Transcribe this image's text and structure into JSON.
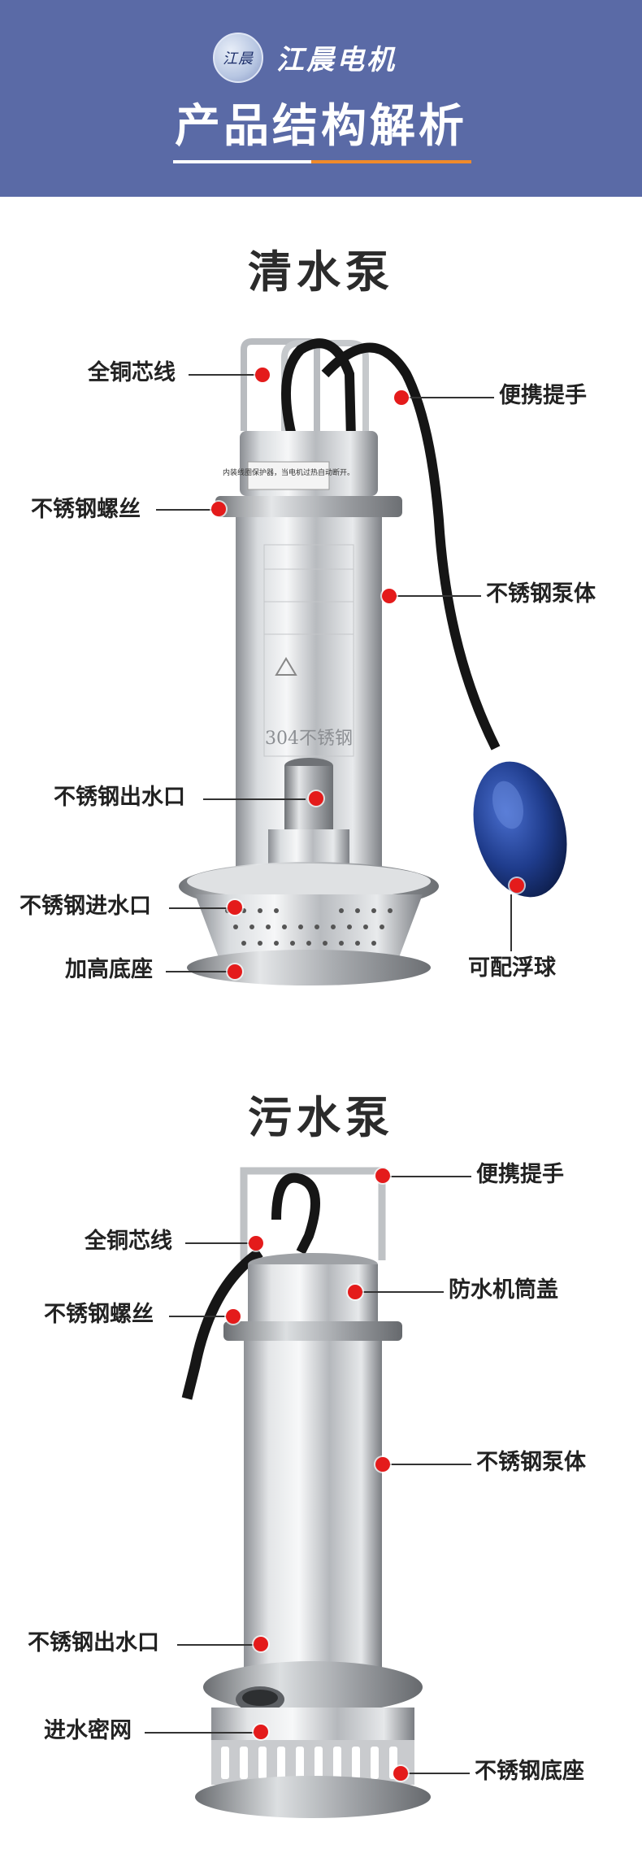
{
  "header": {
    "logo_text": "江晨",
    "brand": "江晨电机",
    "title": "产品结构解析"
  },
  "clean_pump": {
    "title": "清水泵",
    "plate_notice": "内装线圈保护器，当电机过热自动断开。",
    "body_stamp": "304不锈钢",
    "labels": {
      "copper_wire": "全铜芯线",
      "handle": "便携提手",
      "screw": "不锈钢螺丝",
      "body": "不锈钢泵体",
      "outlet": "不锈钢出水口",
      "inlet": "不锈钢进水口",
      "float": "可配浮球",
      "base": "加高底座"
    }
  },
  "sewage_pump": {
    "title": "污水泵",
    "labels": {
      "handle": "便携提手",
      "copper_wire": "全铜芯线",
      "cover": "防水机筒盖",
      "screw": "不锈钢螺丝",
      "body": "不锈钢泵体",
      "outlet": "不锈钢出水口",
      "mesh": "进水密网",
      "base": "不锈钢底座"
    }
  },
  "colors": {
    "header_bg": "#5a6aa6",
    "accent_orange": "#f08a2a",
    "dot_red": "#e41b1b",
    "float_blue": "#1f3c8c"
  }
}
